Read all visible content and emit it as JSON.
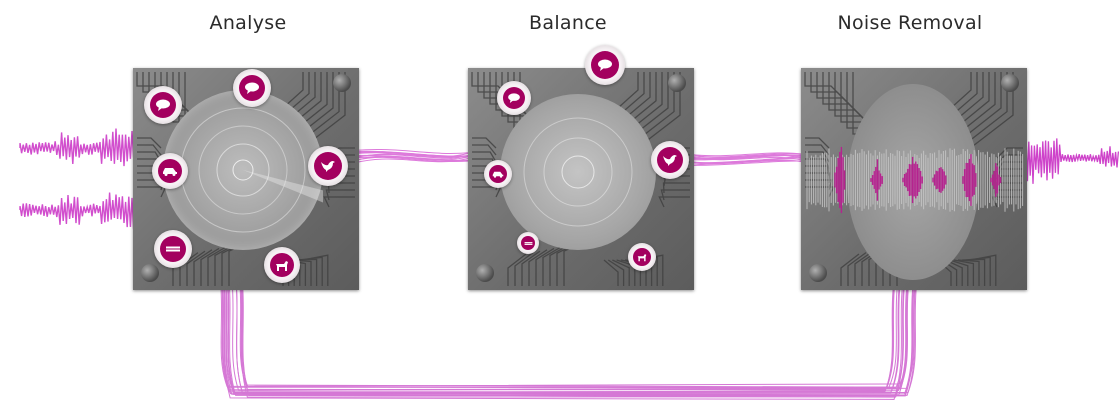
{
  "stages": [
    {
      "label": "Analyse"
    },
    {
      "label": "Balance"
    },
    {
      "label": "Noise Removal"
    }
  ],
  "colors": {
    "signal": "#c92fc4",
    "icon_core": "#a3005f",
    "chip": "#7a7a7a"
  },
  "icons": {
    "analyse": [
      "speech-bubble-icon",
      "speech-bubble-icon",
      "car-icon",
      "bird-icon",
      "minus-icon",
      "dog-icon"
    ],
    "balance": [
      "speech-bubble-icon",
      "speech-bubble-icon",
      "car-icon",
      "bird-icon",
      "minus-icon",
      "dog-icon"
    ]
  }
}
